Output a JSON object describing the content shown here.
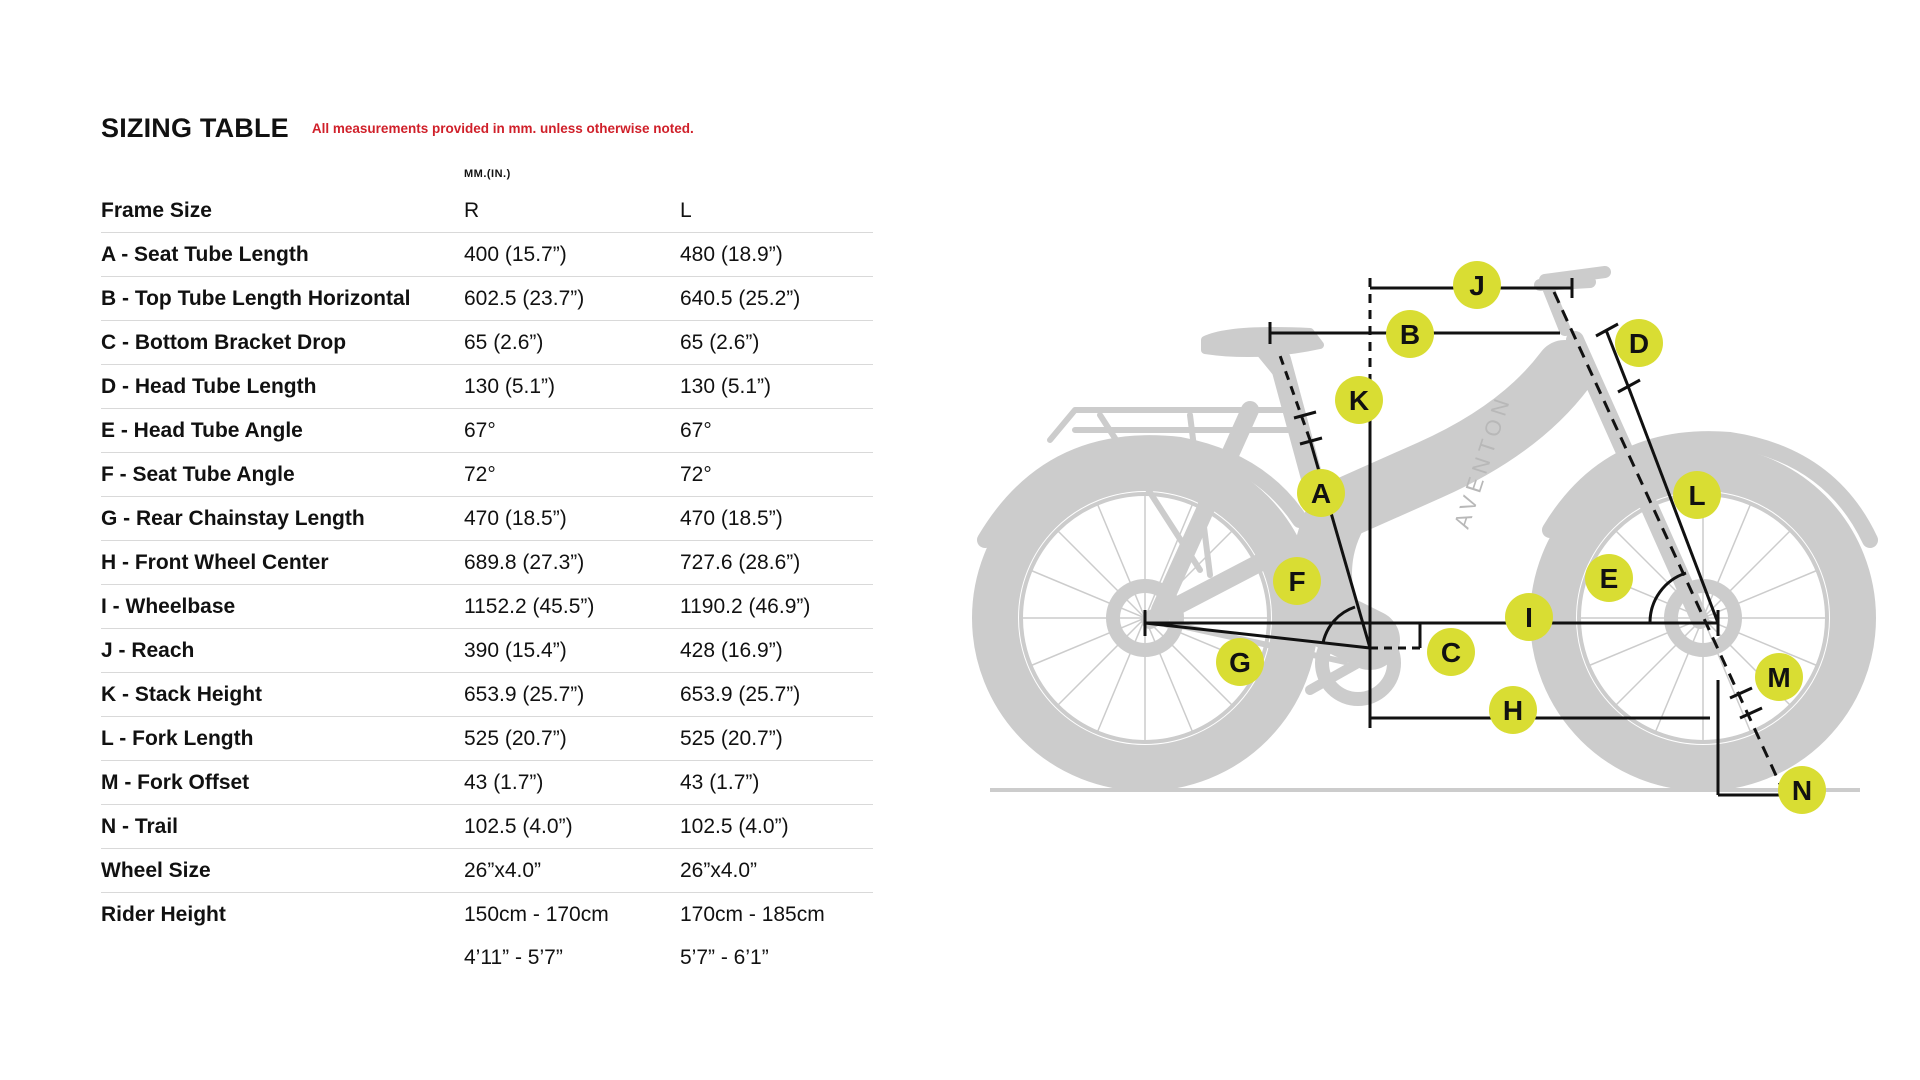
{
  "header": {
    "title": "SIZING TABLE",
    "subtitle": "All measurements provided in mm. unless otherwise noted.",
    "unit_note": "MM.(IN.)"
  },
  "table": {
    "size_label": "Frame Size",
    "size_r": "R",
    "size_l": "L",
    "rows": [
      {
        "label": "A - Seat Tube Length",
        "r": "400 (15.7”)",
        "l": "480 (18.9”)"
      },
      {
        "label": "B - Top Tube Length Horizontal",
        "r": "602.5 (23.7”)",
        "l": "640.5 (25.2”)"
      },
      {
        "label": "C - Bottom Bracket Drop",
        "r": "65 (2.6”)",
        "l": "65 (2.6”)"
      },
      {
        "label": "D - Head Tube Length",
        "r": "130 (5.1”)",
        "l": "130 (5.1”)"
      },
      {
        "label": "E - Head Tube Angle",
        "r": "67°",
        "l": "67°"
      },
      {
        "label": "F - Seat Tube Angle",
        "r": "72°",
        "l": "72°"
      },
      {
        "label": "G - Rear Chainstay Length",
        "r": "470 (18.5”)",
        "l": "470 (18.5”)"
      },
      {
        "label": "H - Front Wheel Center",
        "r": "689.8 (27.3”)",
        "l": "727.6 (28.6”)"
      },
      {
        "label": "I - Wheelbase",
        "r": "1152.2 (45.5”)",
        "l": "1190.2 (46.9”)"
      },
      {
        "label": "J - Reach",
        "r": "390 (15.4”)",
        "l": "428 (16.9”)"
      },
      {
        "label": "K - Stack Height",
        "r": "653.9 (25.7”)",
        "l": "653.9 (25.7”)"
      },
      {
        "label": "L - Fork Length",
        "r": "525 (20.7”)",
        "l": "525 (20.7”)"
      },
      {
        "label": "M - Fork Offset",
        "r": "43 (1.7”)",
        "l": "43 (1.7”)"
      },
      {
        "label": "N - Trail",
        "r": "102.5 (4.0”)",
        "l": "102.5 (4.0”)"
      },
      {
        "label": "Wheel Size",
        "r": "26”x4.0”",
        "l": "26”x4.0”"
      },
      {
        "label": "Rider Height",
        "r": "150cm - 170cm",
        "l": "170cm - 185cm"
      }
    ],
    "rider_height_imperial": {
      "r": "4’11” - 5’7”",
      "l": "5’7” - 6’1”"
    }
  },
  "diagram": {
    "brand": "AVENTON",
    "labels": {
      "A": "A",
      "B": "B",
      "C": "C",
      "D": "D",
      "E": "E",
      "F": "F",
      "G": "G",
      "H": "H",
      "I": "I",
      "J": "J",
      "K": "K",
      "L": "L",
      "M": "M",
      "N": "N"
    },
    "colors": {
      "badge": "#d9dd33",
      "bike": "#cccccc",
      "line": "#111111",
      "accent": "#d0202a"
    }
  }
}
